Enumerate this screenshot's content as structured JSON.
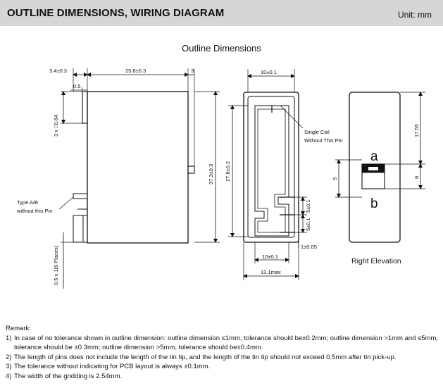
{
  "header": {
    "title": "OUTLINE DIMENSIONS, WIRING DIAGRAM",
    "unit": "Unit: mm"
  },
  "section_title": "Outline Dimensions",
  "side_view": {
    "dim_left_offset": "3.4±0.3",
    "dim_length": "25.8±0.3",
    "dim_right_offset": "3",
    "dim_pin_width": "0.5",
    "dim_pin_square": "3 x □0.64",
    "dim_height": "37.3±0.3",
    "dim_pin_pitch": "0.5 x 1(6 Places)",
    "note_type": "Type A/B",
    "note_without_pin": "without this Pin"
  },
  "top_view": {
    "dim_width": "10±0.1",
    "dim_height": "27.8±0.2",
    "note_single_coil": "Single Coil",
    "note_without_pin": "Without This Pin",
    "dim_5_a": "5±0.1",
    "dim_5_b": "5±0.1",
    "dim_bottom_width": "10±0.1",
    "dim_tolerance": "1±0.05",
    "dim_max": "13.1max"
  },
  "right_elevation": {
    "dim_1755": "17.55",
    "dim_9": "9",
    "dim_6": "6",
    "label_a": "a",
    "label_b": "b",
    "caption": "Right Elevation"
  },
  "remarks": {
    "heading": "Remark:",
    "items": [
      {
        "num": "1)",
        "text": "In case of no tolerance shown in outline dimension: outline dimension ≤1mm, tolerance should be±0.2mm; outline dimension >1mm and ≤5mm, tolerance should be ±0.3mm; outline dimension >5mm, tolerance should be±0.4mm."
      },
      {
        "num": "2)",
        "text": "The length of pins does not include the length of the tin tip, and the length of the tin tip should not exceed 0.5mm after tin pick-up."
      },
      {
        "num": "3)",
        "text": "The tolerance without indicating for PCB layout  is always ±0.1mm."
      },
      {
        "num": "4)",
        "text": "The width of the gridding is 2.54mm."
      }
    ]
  }
}
